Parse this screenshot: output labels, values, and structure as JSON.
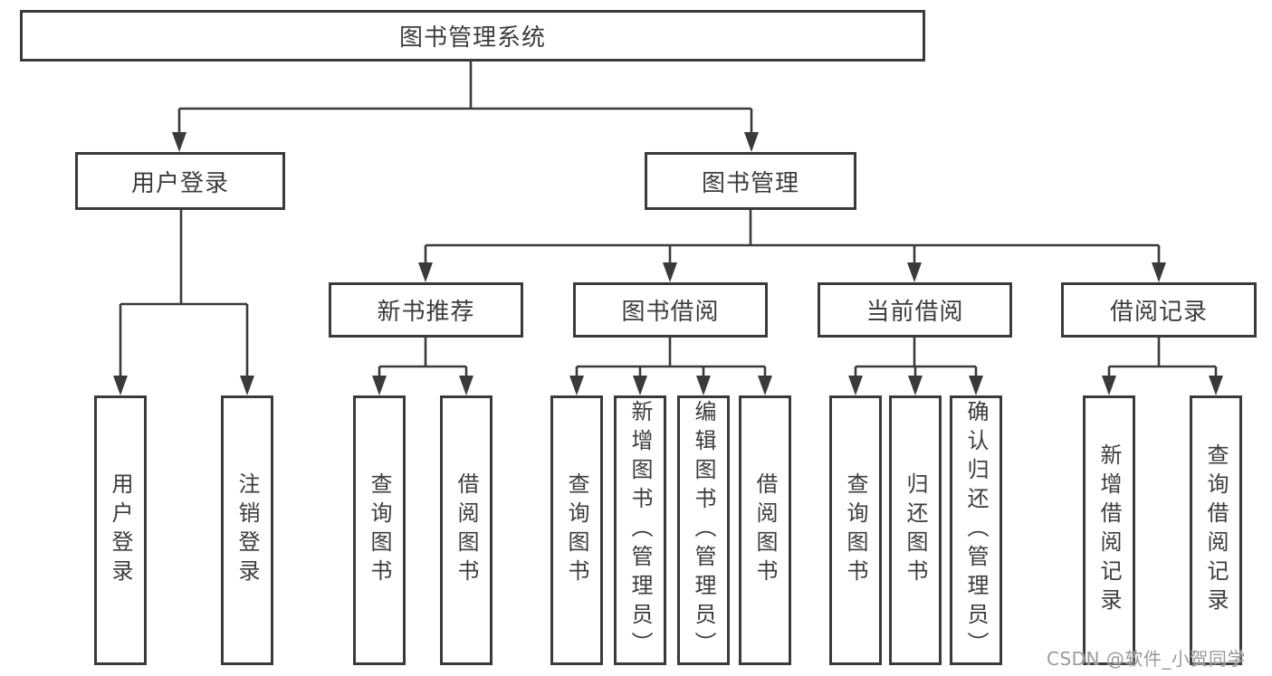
{
  "colors": {
    "line": "#3a3a3a",
    "text": "#3c3c3c",
    "watermark": "#9a9a9a",
    "background": "#ffffff"
  },
  "watermark": {
    "text": "CSDN @软件_小贺同学"
  },
  "tree": {
    "root": {
      "label": "图书管理系统"
    },
    "children": [
      {
        "label": "用户登录",
        "children": [
          {
            "label": "用户登录"
          },
          {
            "label": "注销登录"
          }
        ]
      },
      {
        "label": "图书管理",
        "children": [
          {
            "label": "新书推荐",
            "children": [
              {
                "label": "查询图书"
              },
              {
                "label": "借阅图书"
              }
            ]
          },
          {
            "label": "图书借阅",
            "children": [
              {
                "label": "查询图书"
              },
              {
                "label": "新增图书（管理员）"
              },
              {
                "label": "编辑图书（管理员）"
              },
              {
                "label": "借阅图书"
              }
            ]
          },
          {
            "label": "当前借阅",
            "children": [
              {
                "label": "查询图书"
              },
              {
                "label": "归还图书"
              },
              {
                "label": "确认归还（管理员）"
              }
            ]
          },
          {
            "label": "借阅记录",
            "children": [
              {
                "label": "新增借阅记录"
              },
              {
                "label": "查询借阅记录"
              }
            ]
          }
        ]
      }
    ]
  }
}
